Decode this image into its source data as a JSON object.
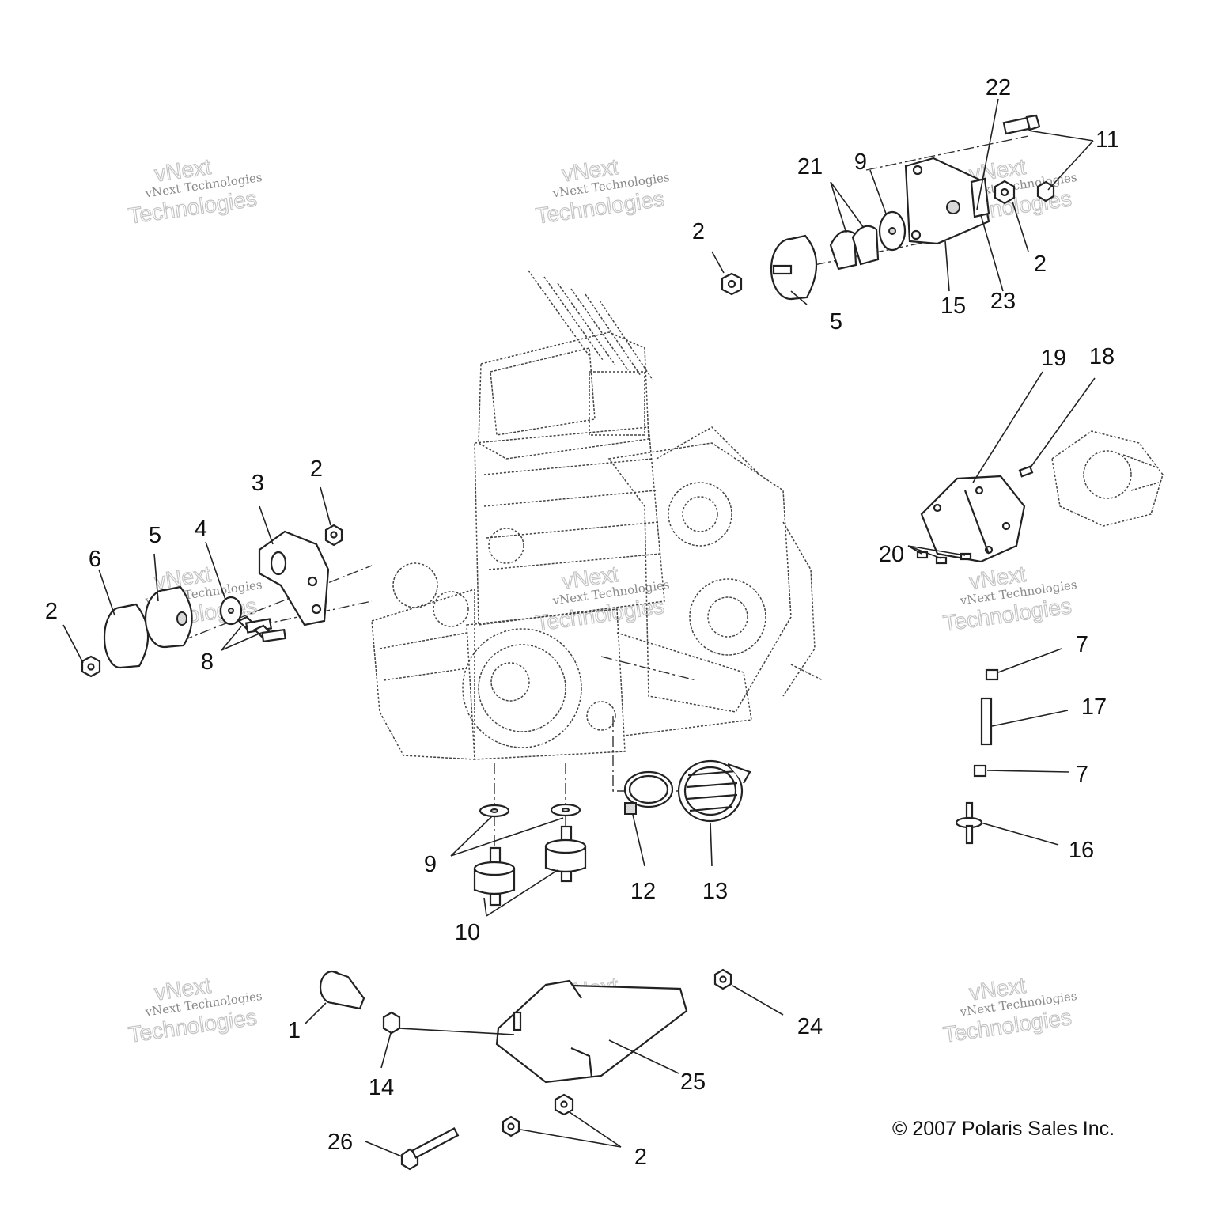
{
  "callouts": [
    {
      "id": "c1",
      "text": "1"
    },
    {
      "id": "c2a",
      "text": "2"
    },
    {
      "id": "c2b",
      "text": "2"
    },
    {
      "id": "c2c",
      "text": "2"
    },
    {
      "id": "c2d",
      "text": "2"
    },
    {
      "id": "c2e",
      "text": "2"
    },
    {
      "id": "c3",
      "text": "3"
    },
    {
      "id": "c4",
      "text": "4"
    },
    {
      "id": "c5a",
      "text": "5"
    },
    {
      "id": "c5b",
      "text": "5"
    },
    {
      "id": "c6",
      "text": "6"
    },
    {
      "id": "c7a",
      "text": "7"
    },
    {
      "id": "c7b",
      "text": "7"
    },
    {
      "id": "c8",
      "text": "8"
    },
    {
      "id": "c9a",
      "text": "9"
    },
    {
      "id": "c9b",
      "text": "9"
    },
    {
      "id": "c10",
      "text": "10"
    },
    {
      "id": "c11",
      "text": "11"
    },
    {
      "id": "c12",
      "text": "12"
    },
    {
      "id": "c13",
      "text": "13"
    },
    {
      "id": "c14",
      "text": "14"
    },
    {
      "id": "c15",
      "text": "15"
    },
    {
      "id": "c16",
      "text": "16"
    },
    {
      "id": "c17",
      "text": "17"
    },
    {
      "id": "c18",
      "text": "18"
    },
    {
      "id": "c19",
      "text": "19"
    },
    {
      "id": "c20",
      "text": "20"
    },
    {
      "id": "c21",
      "text": "21"
    },
    {
      "id": "c22",
      "text": "22"
    },
    {
      "id": "c23",
      "text": "23"
    },
    {
      "id": "c24",
      "text": "24"
    },
    {
      "id": "c25",
      "text": "25"
    },
    {
      "id": "c26",
      "text": "26"
    }
  ],
  "watermark": {
    "small": "vNext Technologies",
    "big": "Technologies",
    "top": "vNext"
  },
  "copyright": "© 2007 Polaris Sales Inc."
}
